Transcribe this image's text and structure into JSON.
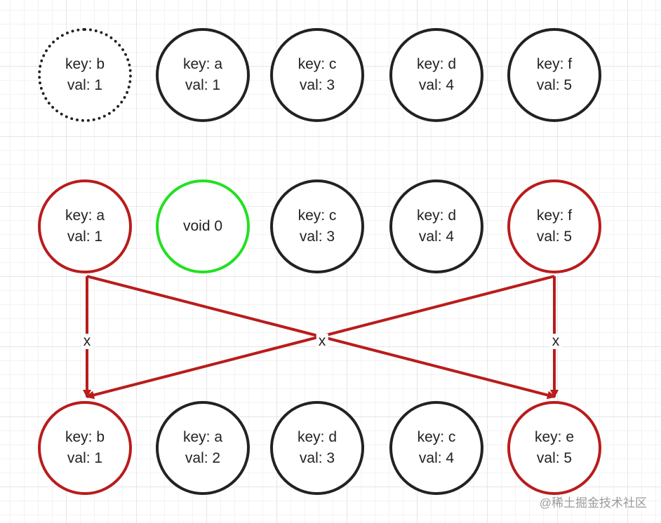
{
  "rows": [
    {
      "nodes": [
        {
          "style": "dotted",
          "key_text": "key: b",
          "val_text": "val: 1"
        },
        {
          "style": "black",
          "key_text": "key: a",
          "val_text": "val: 1"
        },
        {
          "style": "black",
          "key_text": "key: c",
          "val_text": "val: 3"
        },
        {
          "style": "black",
          "key_text": "key: d",
          "val_text": "val: 4"
        },
        {
          "style": "black",
          "key_text": "key: f",
          "val_text": "val: 5"
        }
      ]
    },
    {
      "nodes": [
        {
          "style": "red",
          "key_text": "key: a",
          "val_text": "val: 1"
        },
        {
          "style": "green",
          "label": "void 0"
        },
        {
          "style": "black",
          "key_text": "key: c",
          "val_text": "val: 3"
        },
        {
          "style": "black",
          "key_text": "key: d",
          "val_text": "val: 4"
        },
        {
          "style": "red",
          "key_text": "key: f",
          "val_text": "val: 5"
        }
      ]
    },
    {
      "nodes": [
        {
          "style": "red",
          "key_text": "key: b",
          "val_text": "val: 1"
        },
        {
          "style": "black",
          "key_text": "key: a",
          "val_text": "val: 2"
        },
        {
          "style": "black",
          "key_text": "key: d",
          "val_text": "val: 3"
        },
        {
          "style": "black",
          "key_text": "key: c",
          "val_text": "val: 4"
        },
        {
          "style": "red",
          "key_text": "key: e",
          "val_text": "val: 5"
        }
      ]
    }
  ],
  "edges": [
    {
      "label": "x"
    },
    {
      "label": "x"
    },
    {
      "label": "x"
    },
    {
      "label": "x"
    }
  ],
  "colors": {
    "stroke": "#222222",
    "removed": "#b91c1c",
    "placeholder": "#22e022",
    "grid": "#e6e6e6"
  },
  "watermark": "@稀土掘金技术社区"
}
